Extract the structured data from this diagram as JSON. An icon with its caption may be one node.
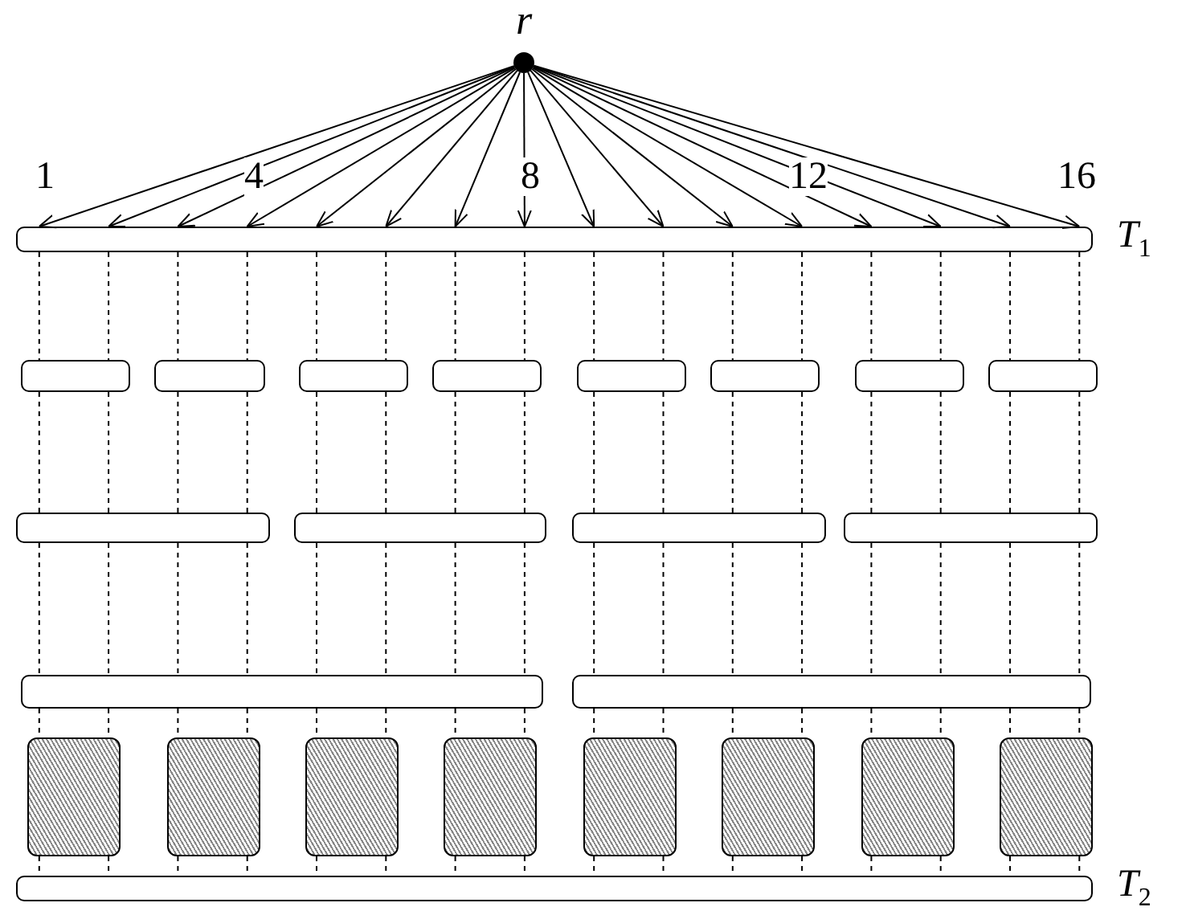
{
  "diagram": {
    "nodes": [
      {
        "text": [
          "r"
        ]
      },
      {
        "text": [],
        "shape": "bar",
        "beside": [
          "T$_{1}$"
        ]
      },
      {
        "text": [],
        "shape": "box"
      },
      {
        "text": [],
        "shape": "box"
      },
      {
        "text": [],
        "shape": "box"
      },
      {
        "text": [],
        "shape": "box"
      },
      {
        "text": [],
        "shape": "box"
      },
      {
        "text": [],
        "shape": "box"
      },
      {
        "text": [],
        "shape": "box"
      },
      {
        "text": [],
        "shape": "box"
      },
      {
        "text": [],
        "shape": "box"
      },
      {
        "text": [],
        "shape": "box"
      },
      {
        "text": [],
        "shape": "box"
      },
      {
        "text": [],
        "shape": "box"
      },
      {
        "text": [],
        "shape": "box"
      },
      {
        "text": [],
        "shape": "box"
      },
      {
        "text": [],
        "shape": "box"
      },
      {
        "text": [],
        "shape": "box"
      },
      {
        "text": [],
        "shape": "box"
      },
      {
        "text": [],
        "shape": "box"
      },
      {
        "text": [],
        "shape": "box"
      },
      {
        "text": [],
        "shape": "box"
      },
      {
        "text": [],
        "shape": "box"
      },
      {
        "text": [],
        "shape": "box"
      },
      {
        "text": [],
        "shape": "bar",
        "beside": [
          "T$_{2}$"
        ]
      }
    ],
    "edges": [
      {
        "from": 0,
        "to": 1,
        "arrow": "to"
      },
      {
        "from": 0,
        "to": 1,
        "arrow": "to"
      },
      {
        "from": 0,
        "to": 1,
        "arrow": "to"
      },
      {
        "from": 0,
        "to": 1,
        "arrow": "to"
      },
      {
        "from": 0,
        "to": 1,
        "arrow": "to"
      },
      {
        "from": 0,
        "to": 1,
        "arrow": "to"
      },
      {
        "from": 0,
        "to": 1,
        "arrow": "to"
      },
      {
        "from": 0,
        "to": 1,
        "arrow": "to"
      },
      {
        "from": 0,
        "to": 1,
        "arrow": "to"
      },
      {
        "from": 0,
        "to": 1,
        "arrow": "to"
      },
      {
        "from": 0,
        "to": 1,
        "arrow": "to"
      },
      {
        "from": 0,
        "to": 1,
        "arrow": "to"
      },
      {
        "from": 0,
        "to": 1,
        "arrow": "to"
      },
      {
        "from": 0,
        "to": 1,
        "arrow": "to"
      },
      {
        "from": 0,
        "to": 1,
        "arrow": "to"
      },
      {
        "from": 0,
        "to": 1,
        "arrow": "to"
      },
      {
        "from": 1,
        "to": 2,
        "arrow": "none",
        "style": "dashed"
      },
      {
        "from": 2,
        "to": 10,
        "arrow": "none",
        "style": "dashed"
      },
      {
        "from": 10,
        "to": 14,
        "arrow": "none",
        "style": "dashed"
      },
      {
        "from": 14,
        "to": 16,
        "arrow": "none",
        "style": "dashed"
      },
      {
        "from": 16,
        "to": 24,
        "arrow": "none",
        "style": "dashed"
      },
      {
        "from": 1,
        "to": 2,
        "arrow": "none",
        "style": "dashed"
      },
      {
        "from": 2,
        "to": 10,
        "arrow": "none",
        "style": "dashed"
      },
      {
        "from": 10,
        "to": 14,
        "arrow": "none",
        "style": "dashed"
      },
      {
        "from": 14,
        "to": 16,
        "arrow": "none",
        "style": "dashed"
      },
      {
        "from": 16,
        "to": 24,
        "arrow": "none",
        "style": "dashed"
      },
      {
        "from": 1,
        "to": 3,
        "arrow": "none",
        "style": "dashed"
      },
      {
        "from": 3,
        "to": 10,
        "arrow": "none",
        "style": "dashed"
      },
      {
        "from": 10,
        "to": 14,
        "arrow": "none",
        "style": "dashed"
      },
      {
        "from": 14,
        "to": 17,
        "arrow": "none",
        "style": "dashed"
      },
      {
        "from": 17,
        "to": 24,
        "arrow": "none",
        "style": "dashed"
      },
      {
        "from": 1,
        "to": 3,
        "arrow": "none",
        "style": "dashed"
      },
      {
        "from": 3,
        "to": 10,
        "arrow": "none",
        "style": "dashed"
      },
      {
        "from": 10,
        "to": 14,
        "arrow": "none",
        "style": "dashed"
      },
      {
        "from": 14,
        "to": 17,
        "arrow": "none",
        "style": "dashed"
      },
      {
        "from": 17,
        "to": 24,
        "arrow": "none",
        "style": "dashed"
      },
      {
        "from": 1,
        "to": 4,
        "arrow": "none",
        "style": "dashed"
      },
      {
        "from": 4,
        "to": 11,
        "arrow": "none",
        "style": "dashed"
      },
      {
        "from": 11,
        "to": 14,
        "arrow": "none",
        "style": "dashed"
      },
      {
        "from": 14,
        "to": 18,
        "arrow": "none",
        "style": "dashed"
      },
      {
        "from": 18,
        "to": 24,
        "arrow": "none",
        "style": "dashed"
      },
      {
        "from": 1,
        "to": 4,
        "arrow": "none",
        "style": "dashed"
      },
      {
        "from": 4,
        "to": 11,
        "arrow": "none",
        "style": "dashed"
      },
      {
        "from": 11,
        "to": 14,
        "arrow": "none",
        "style": "dashed"
      },
      {
        "from": 14,
        "to": 18,
        "arrow": "none",
        "style": "dashed"
      },
      {
        "from": 18,
        "to": 24,
        "arrow": "none",
        "style": "dashed"
      },
      {
        "from": 1,
        "to": 5,
        "arrow": "none",
        "style": "dashed"
      },
      {
        "from": 5,
        "to": 11,
        "arrow": "none",
        "style": "dashed"
      },
      {
        "from": 11,
        "to": 14,
        "arrow": "none",
        "style": "dashed"
      },
      {
        "from": 14,
        "to": 19,
        "arrow": "none",
        "style": "dashed"
      },
      {
        "from": 19,
        "to": 24,
        "arrow": "none",
        "style": "dashed"
      },
      {
        "from": 1,
        "to": 5,
        "arrow": "none",
        "style": "dashed"
      },
      {
        "from": 5,
        "to": 11,
        "arrow": "none",
        "style": "dashed"
      },
      {
        "from": 11,
        "to": 14,
        "arrow": "none",
        "style": "dashed"
      },
      {
        "from": 14,
        "to": 19,
        "arrow": "none",
        "style": "dashed"
      },
      {
        "from": 19,
        "to": 24,
        "arrow": "none",
        "style": "dashed"
      },
      {
        "from": 1,
        "to": 6,
        "arrow": "none",
        "style": "dashed"
      },
      {
        "from": 6,
        "to": 12,
        "arrow": "none",
        "style": "dashed"
      },
      {
        "from": 12,
        "to": 15,
        "arrow": "none",
        "style": "dashed"
      },
      {
        "from": 15,
        "to": 20,
        "arrow": "none",
        "style": "dashed"
      },
      {
        "from": 20,
        "to": 24,
        "arrow": "none",
        "style": "dashed"
      },
      {
        "from": 1,
        "to": 6,
        "arrow": "none",
        "style": "dashed"
      },
      {
        "from": 6,
        "to": 12,
        "arrow": "none",
        "style": "dashed"
      },
      {
        "from": 12,
        "to": 15,
        "arrow": "none",
        "style": "dashed"
      },
      {
        "from": 15,
        "to": 20,
        "arrow": "none",
        "style": "dashed"
      },
      {
        "from": 20,
        "to": 24,
        "arrow": "none",
        "style": "dashed"
      },
      {
        "from": 1,
        "to": 7,
        "arrow": "none",
        "style": "dashed"
      },
      {
        "from": 7,
        "to": 12,
        "arrow": "none",
        "style": "dashed"
      },
      {
        "from": 12,
        "to": 15,
        "arrow": "none",
        "style": "dashed"
      },
      {
        "from": 15,
        "to": 21,
        "arrow": "none",
        "style": "dashed"
      },
      {
        "from": 21,
        "to": 24,
        "arrow": "none",
        "style": "dashed"
      },
      {
        "from": 1,
        "to": 7,
        "arrow": "none",
        "style": "dashed"
      },
      {
        "from": 7,
        "to": 12,
        "arrow": "none",
        "style": "dashed"
      },
      {
        "from": 12,
        "to": 15,
        "arrow": "none",
        "style": "dashed"
      },
      {
        "from": 15,
        "to": 21,
        "arrow": "none",
        "style": "dashed"
      },
      {
        "from": 21,
        "to": 24,
        "arrow": "none",
        "style": "dashed"
      },
      {
        "from": 1,
        "to": 8,
        "arrow": "none",
        "style": "dashed"
      },
      {
        "from": 8,
        "to": 13,
        "arrow": "none",
        "style": "dashed"
      },
      {
        "from": 13,
        "to": 15,
        "arrow": "none",
        "style": "dashed"
      },
      {
        "from": 15,
        "to": 22,
        "arrow": "none",
        "style": "dashed"
      },
      {
        "from": 22,
        "to": 24,
        "arrow": "none",
        "style": "dashed"
      },
      {
        "from": 1,
        "to": 8,
        "arrow": "none",
        "style": "dashed"
      },
      {
        "from": 8,
        "to": 13,
        "arrow": "none",
        "style": "dashed"
      },
      {
        "from": 13,
        "to": 15,
        "arrow": "none",
        "style": "dashed"
      },
      {
        "from": 15,
        "to": 22,
        "arrow": "none",
        "style": "dashed"
      },
      {
        "from": 22,
        "to": 24,
        "arrow": "none",
        "style": "dashed"
      },
      {
        "from": 1,
        "to": 9,
        "arrow": "none",
        "style": "dashed"
      },
      {
        "from": 9,
        "to": 13,
        "arrow": "none",
        "style": "dashed"
      },
      {
        "from": 13,
        "to": 15,
        "arrow": "none",
        "style": "dashed"
      },
      {
        "from": 15,
        "to": 23,
        "arrow": "none",
        "style": "dashed"
      },
      {
        "from": 23,
        "to": 24,
        "arrow": "none",
        "style": "dashed"
      },
      {
        "from": 1,
        "to": 9,
        "arrow": "none",
        "style": "dashed"
      },
      {
        "from": 9,
        "to": 13,
        "arrow": "none",
        "style": "dashed"
      },
      {
        "from": 13,
        "to": 15,
        "arrow": "none",
        "style": "dashed"
      },
      {
        "from": 15,
        "to": 23,
        "arrow": "none",
        "style": "dashed"
      },
      {
        "from": 23,
        "to": 24,
        "arrow": "none",
        "style": "dashed"
      }
    ],
    "labels": [
      "1",
      "4",
      "8",
      "12",
      "16"
    ]
  }
}
